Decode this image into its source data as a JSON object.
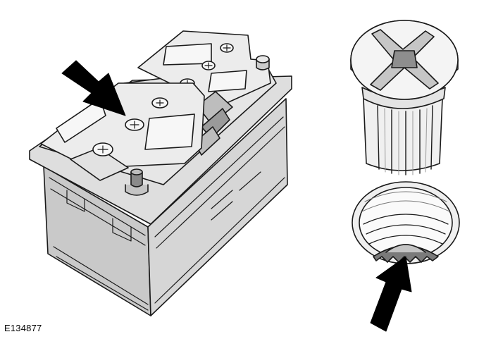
{
  "figure": {
    "reference_code": "E134877",
    "components": [
      "battery",
      "vent-plug",
      "plug-socket"
    ],
    "pointer_arrows": 2,
    "colors": {
      "outline": "#1a1a1a",
      "body_fill": "#c9c9c9",
      "top_fill": "#e3e3e3",
      "light_fill": "#f2f2f2",
      "dark_fill": "#8a8a8a",
      "arrow": "#000000"
    }
  }
}
